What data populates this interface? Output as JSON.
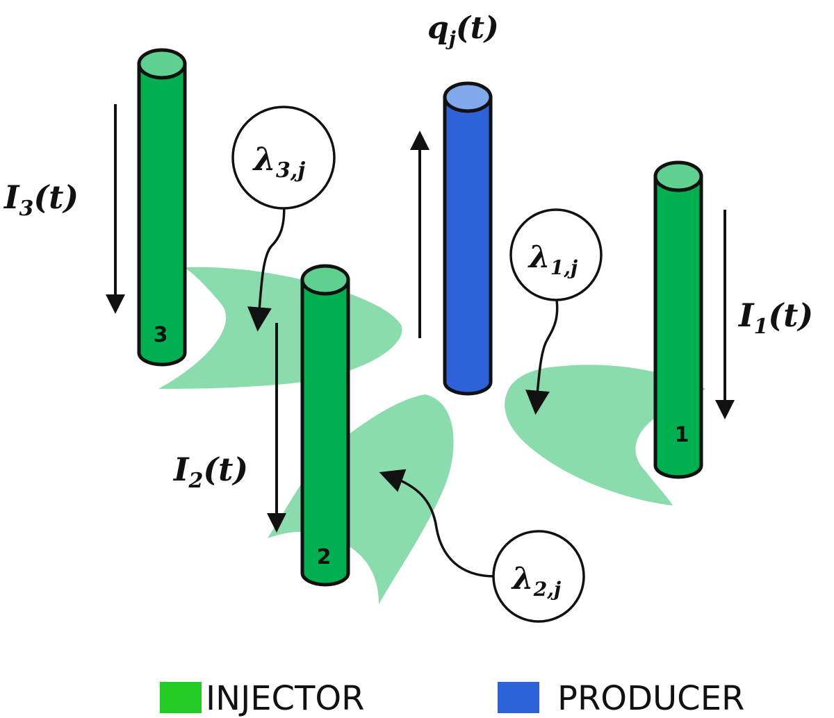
{
  "colors": {
    "injector_body": "#00b050",
    "injector_top": "#5fd090",
    "producer_body": "#2e62d9",
    "producer_top": "#80a8ec",
    "plume": "#8bdcad",
    "legend_injector": "#22cc22",
    "legend_producer": "#2e62d9"
  },
  "wells": {
    "well_3": {
      "number": "3"
    },
    "well_2": {
      "number": "2"
    },
    "well_1": {
      "number": "1"
    }
  },
  "labels": {
    "q": {
      "base": "q",
      "sub": "j",
      "arg": "(t)"
    },
    "i3": {
      "base": "I",
      "sub": "3",
      "arg": "(t)"
    },
    "i2": {
      "base": "I",
      "sub": "2",
      "arg": "(t)"
    },
    "i1": {
      "base": "I",
      "sub": "1",
      "arg": "(t)"
    },
    "lambda3": {
      "base": "λ",
      "sub": "3,j"
    },
    "lambda1": {
      "base": "λ",
      "sub": "1,j"
    },
    "lambda2": {
      "base": "λ",
      "sub": "2,j"
    }
  },
  "legend": {
    "injector": "INJECTOR",
    "producer": "PRODUCER"
  }
}
